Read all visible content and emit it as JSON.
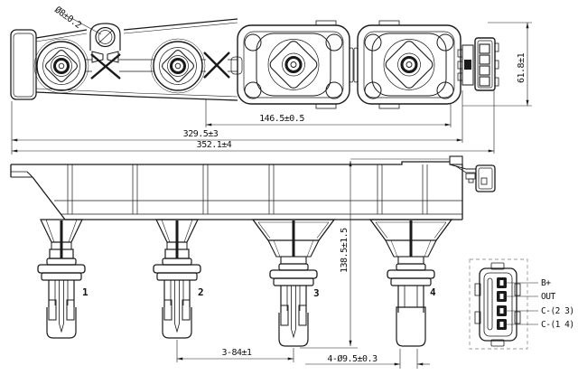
{
  "drawing": {
    "top_view": {
      "hole_dia_label": "Ø8±0.2",
      "dim_mid_span": "146.5±0.5",
      "dim_main_span": "329.5±3",
      "dim_overall_span": "352.1±4",
      "dim_height": "61.8±1"
    },
    "side_view": {
      "dim_total_height": "138.5±1.5",
      "dim_tower_spacing": "3-84±1",
      "dim_boot_dia": "4-Ø9.5±0.3",
      "tower_labels": [
        "1",
        "2",
        "3",
        "4"
      ]
    },
    "pinout": {
      "pin_labels": [
        "B+",
        "OUT",
        "C-(2 3)",
        "C-(1 4)"
      ]
    },
    "colors": {
      "line": "#1a1a1a",
      "hatch": "#555555",
      "dash_box": "#9a9a9a",
      "background": "#ffffff"
    }
  }
}
